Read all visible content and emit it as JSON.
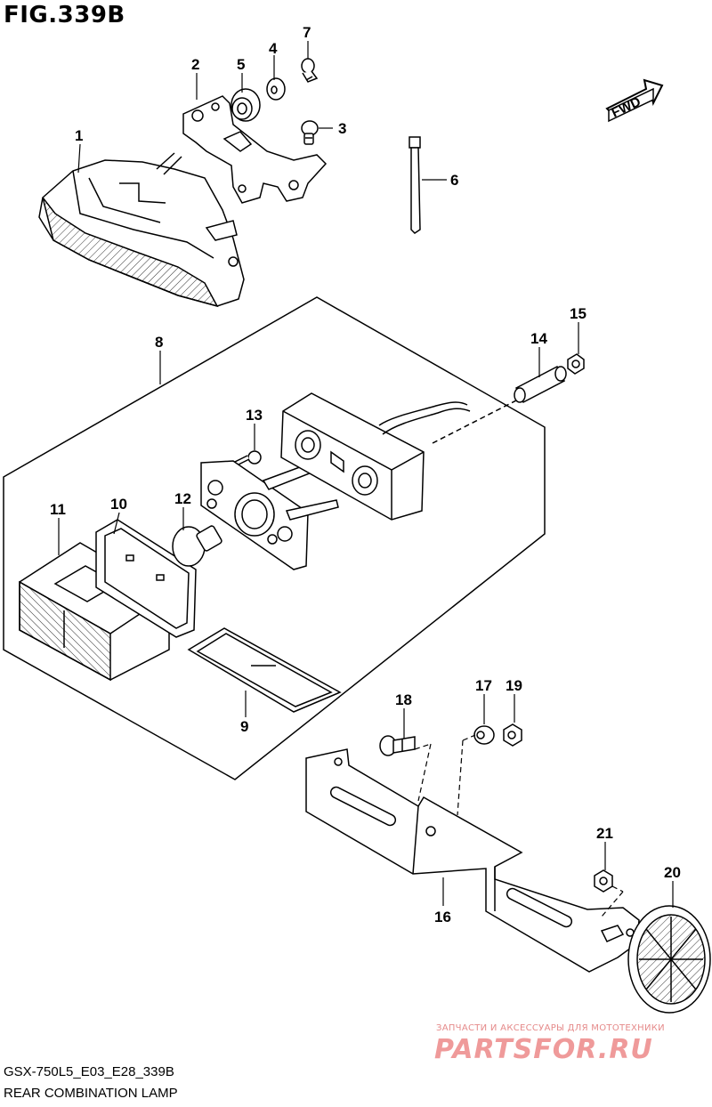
{
  "figure": {
    "title": "FIG.339B",
    "code": "GSX-750L5_E03_E28_339B",
    "caption": "REAR COMBINATION LAMP",
    "direction_marker": "FWD"
  },
  "callouts": [
    "1",
    "2",
    "3",
    "4",
    "5",
    "6",
    "7",
    "8",
    "9",
    "10",
    "11",
    "12",
    "13",
    "14",
    "15",
    "16",
    "17",
    "18",
    "19",
    "20",
    "21"
  ],
  "watermark": {
    "line1": "ЗАПЧАСТИ И АКСЕССУАРЫ ДЛЯ МОТОТЕХНИКИ",
    "line2": "PARTSFOR.RU"
  },
  "colors": {
    "ink": "#000000",
    "watermark": "#ef9a9a"
  }
}
